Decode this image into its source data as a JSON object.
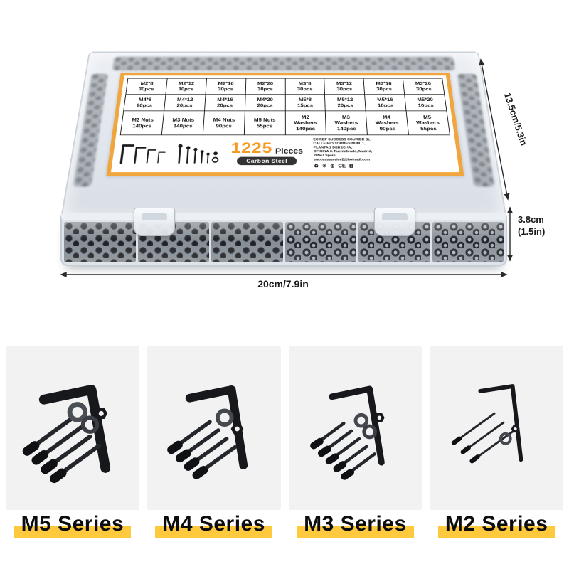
{
  "colors": {
    "accent_orange": "#f59a23",
    "label_border": "#f0a63c",
    "highlight_yellow": "#ffc93e",
    "pill_dark": "#333333",
    "dim_text": "#1a1a1a"
  },
  "label": {
    "grid": [
      [
        [
          "M2*8",
          "30pcs"
        ],
        [
          "M2*12",
          "30pcs"
        ],
        [
          "M2*16",
          "30pcs"
        ],
        [
          "M2*20",
          "30pcs"
        ],
        [
          "M3*8",
          "30pcs"
        ],
        [
          "M3*12",
          "30pcs"
        ],
        [
          "M3*16",
          "30pcs"
        ],
        [
          "M3*20",
          "30pcs"
        ]
      ],
      [
        [
          "M4*8",
          "20pcs"
        ],
        [
          "M4*12",
          "20pcs"
        ],
        [
          "M4*16",
          "20pcs"
        ],
        [
          "M4*20",
          "20pcs"
        ],
        [
          "M5*8",
          "15pcs"
        ],
        [
          "M5*12",
          "20pcs"
        ],
        [
          "M5*16",
          "10pcs"
        ],
        [
          "M5*20",
          "10pcs"
        ]
      ],
      [
        [
          "M2 Nuts",
          "140pcs"
        ],
        [
          "M3 Nuts",
          "140pcs"
        ],
        [
          "M4 Nuts",
          "90pcs"
        ],
        [
          "M5 Nuts",
          "55pcs"
        ],
        [
          "M2",
          "Washers",
          "140pcs"
        ],
        [
          "M3",
          "Washers",
          "140pcs"
        ],
        [
          "M4",
          "Washers",
          "90pcs"
        ],
        [
          "M5",
          "Washers",
          "55pcs"
        ]
      ]
    ],
    "pieces_count": "1225",
    "pieces_word": "Pieces",
    "material": "Carbon Steel",
    "rep_lines": "EC REP  SUCCESS COURIER SL\nCALLE RIO TORMES NUM. 1,\nPLANTA 1 DERECHA,\nOFICINA 3. Fuenlabrada, Madrid,\n28947 Spain\nsuccessservice2@hotmail.com",
    "cert_glyphs": {
      "recycle": "♻",
      "seal": "✳",
      "plus": "⊕",
      "ce": "CE",
      "weee": "⊠"
    }
  },
  "dimensions": {
    "slant_height": "13.5cm/5.3in",
    "depth_line1": "3.8cm",
    "depth_line2": "(1.5in)",
    "width": "20cm/7.9in"
  },
  "series": [
    {
      "name": "M5 Series"
    },
    {
      "name": "M4 Series"
    },
    {
      "name": "M3 Series"
    },
    {
      "name": "M2 Series"
    }
  ]
}
